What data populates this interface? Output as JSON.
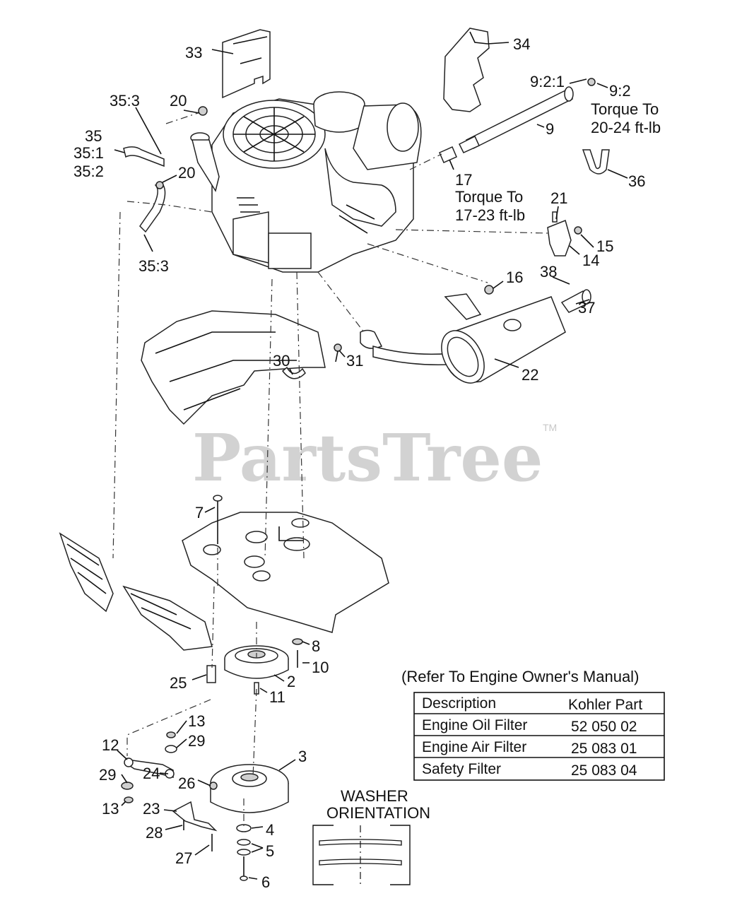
{
  "watermark": {
    "text": "PartsTree",
    "tm": "TM"
  },
  "callouts": {
    "c33": "33",
    "c34": "34",
    "c9_2_1": "9:2:1",
    "c9_2": "9:2",
    "c9": "9",
    "c35_3a": "35:3",
    "c20a": "20",
    "c35": "35",
    "c35_1": "35:1",
    "c35_2": "35:2",
    "c20b": "20",
    "c35_3b": "35:3",
    "c17": "17",
    "c36": "36",
    "c21": "21",
    "c15": "15",
    "c14": "14",
    "c38": "38",
    "c16": "16",
    "c37": "37",
    "c30": "30",
    "c31": "31",
    "c22": "22",
    "c7": "7",
    "c8": "8",
    "c10": "10",
    "c25": "25",
    "c2": "2",
    "c11": "11",
    "c13a": "13",
    "c12": "12",
    "c29a": "29",
    "c3": "3",
    "c29b": "29",
    "c24": "24",
    "c26": "26",
    "c23": "23",
    "c13b": "13",
    "c28": "28",
    "c4": "4",
    "c5": "5",
    "c27": "27",
    "c6": "6"
  },
  "torque_notes": {
    "t1_line1": "Torque To",
    "t1_line2": "20-24 ft-lb",
    "t2_line1": "Torque To",
    "t2_line2": "17-23 ft-lb"
  },
  "filter_table": {
    "caption": "(Refer To Engine Owner's Manual)",
    "headers": [
      "Description",
      "Kohler Part"
    ],
    "rows": [
      [
        "Engine Oil Filter",
        "52 050 02"
      ],
      [
        "Engine Air Filter",
        "25 083 01"
      ],
      [
        "Safety Filter",
        "25 083 04"
      ]
    ]
  },
  "washer_box": {
    "line1": "WASHER",
    "line2": "ORIENTATION"
  }
}
